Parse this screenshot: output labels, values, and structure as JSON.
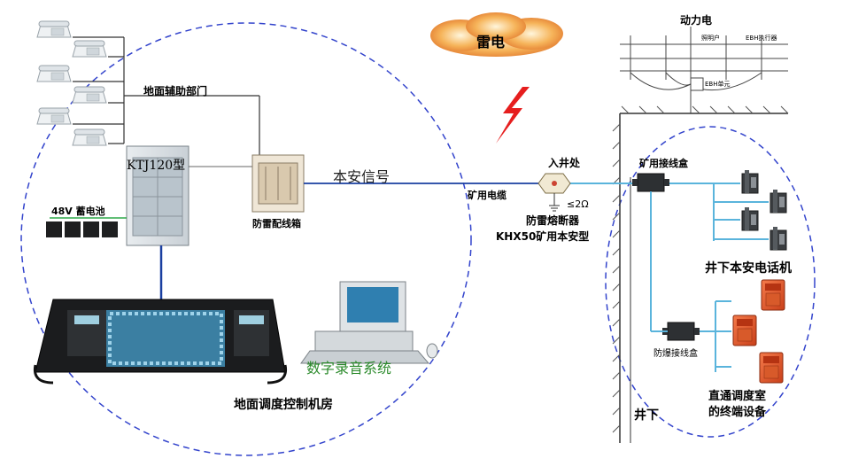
{
  "colors": {
    "zone_outline": "#3344cc",
    "signal_line": "#1a3fa0",
    "cable_line": "#5ab4dc",
    "battery_line": "#2ea84a",
    "lightning": "#e61e1e",
    "cloud": "#f3a64d",
    "orange_phone": "#e8501e",
    "green_label": "#2b8a2b"
  },
  "labels": {
    "lightning": "雷电",
    "power": "动力电",
    "power_note_1": "照明户",
    "power_note_2": "EBH执行器",
    "power_note_3": "EBH单元",
    "ground_aux": "地面辅助部门",
    "ktj": "KTJ120型",
    "battery": "48V 蓄电池",
    "distribution_box": "防雷配线箱",
    "safe_signal": "本安信号",
    "shaft_entry": "入井处",
    "mine_cable": "矿用电缆",
    "ground_resistance": "≤2Ω",
    "fuse_name": "防雷熔断器",
    "fuse_model": "KHX50矿用本安型",
    "mine_junction_box": "矿用接线盒",
    "underground_phones": "井下本安电话机",
    "explosion_proof_box": "防爆接线盒",
    "direct_dispatch_1": "直通调度室",
    "direct_dispatch_2": "的终端设备",
    "underground": "井下",
    "recording_system": "数字录音系统",
    "control_room": "地面调度控制机房"
  }
}
